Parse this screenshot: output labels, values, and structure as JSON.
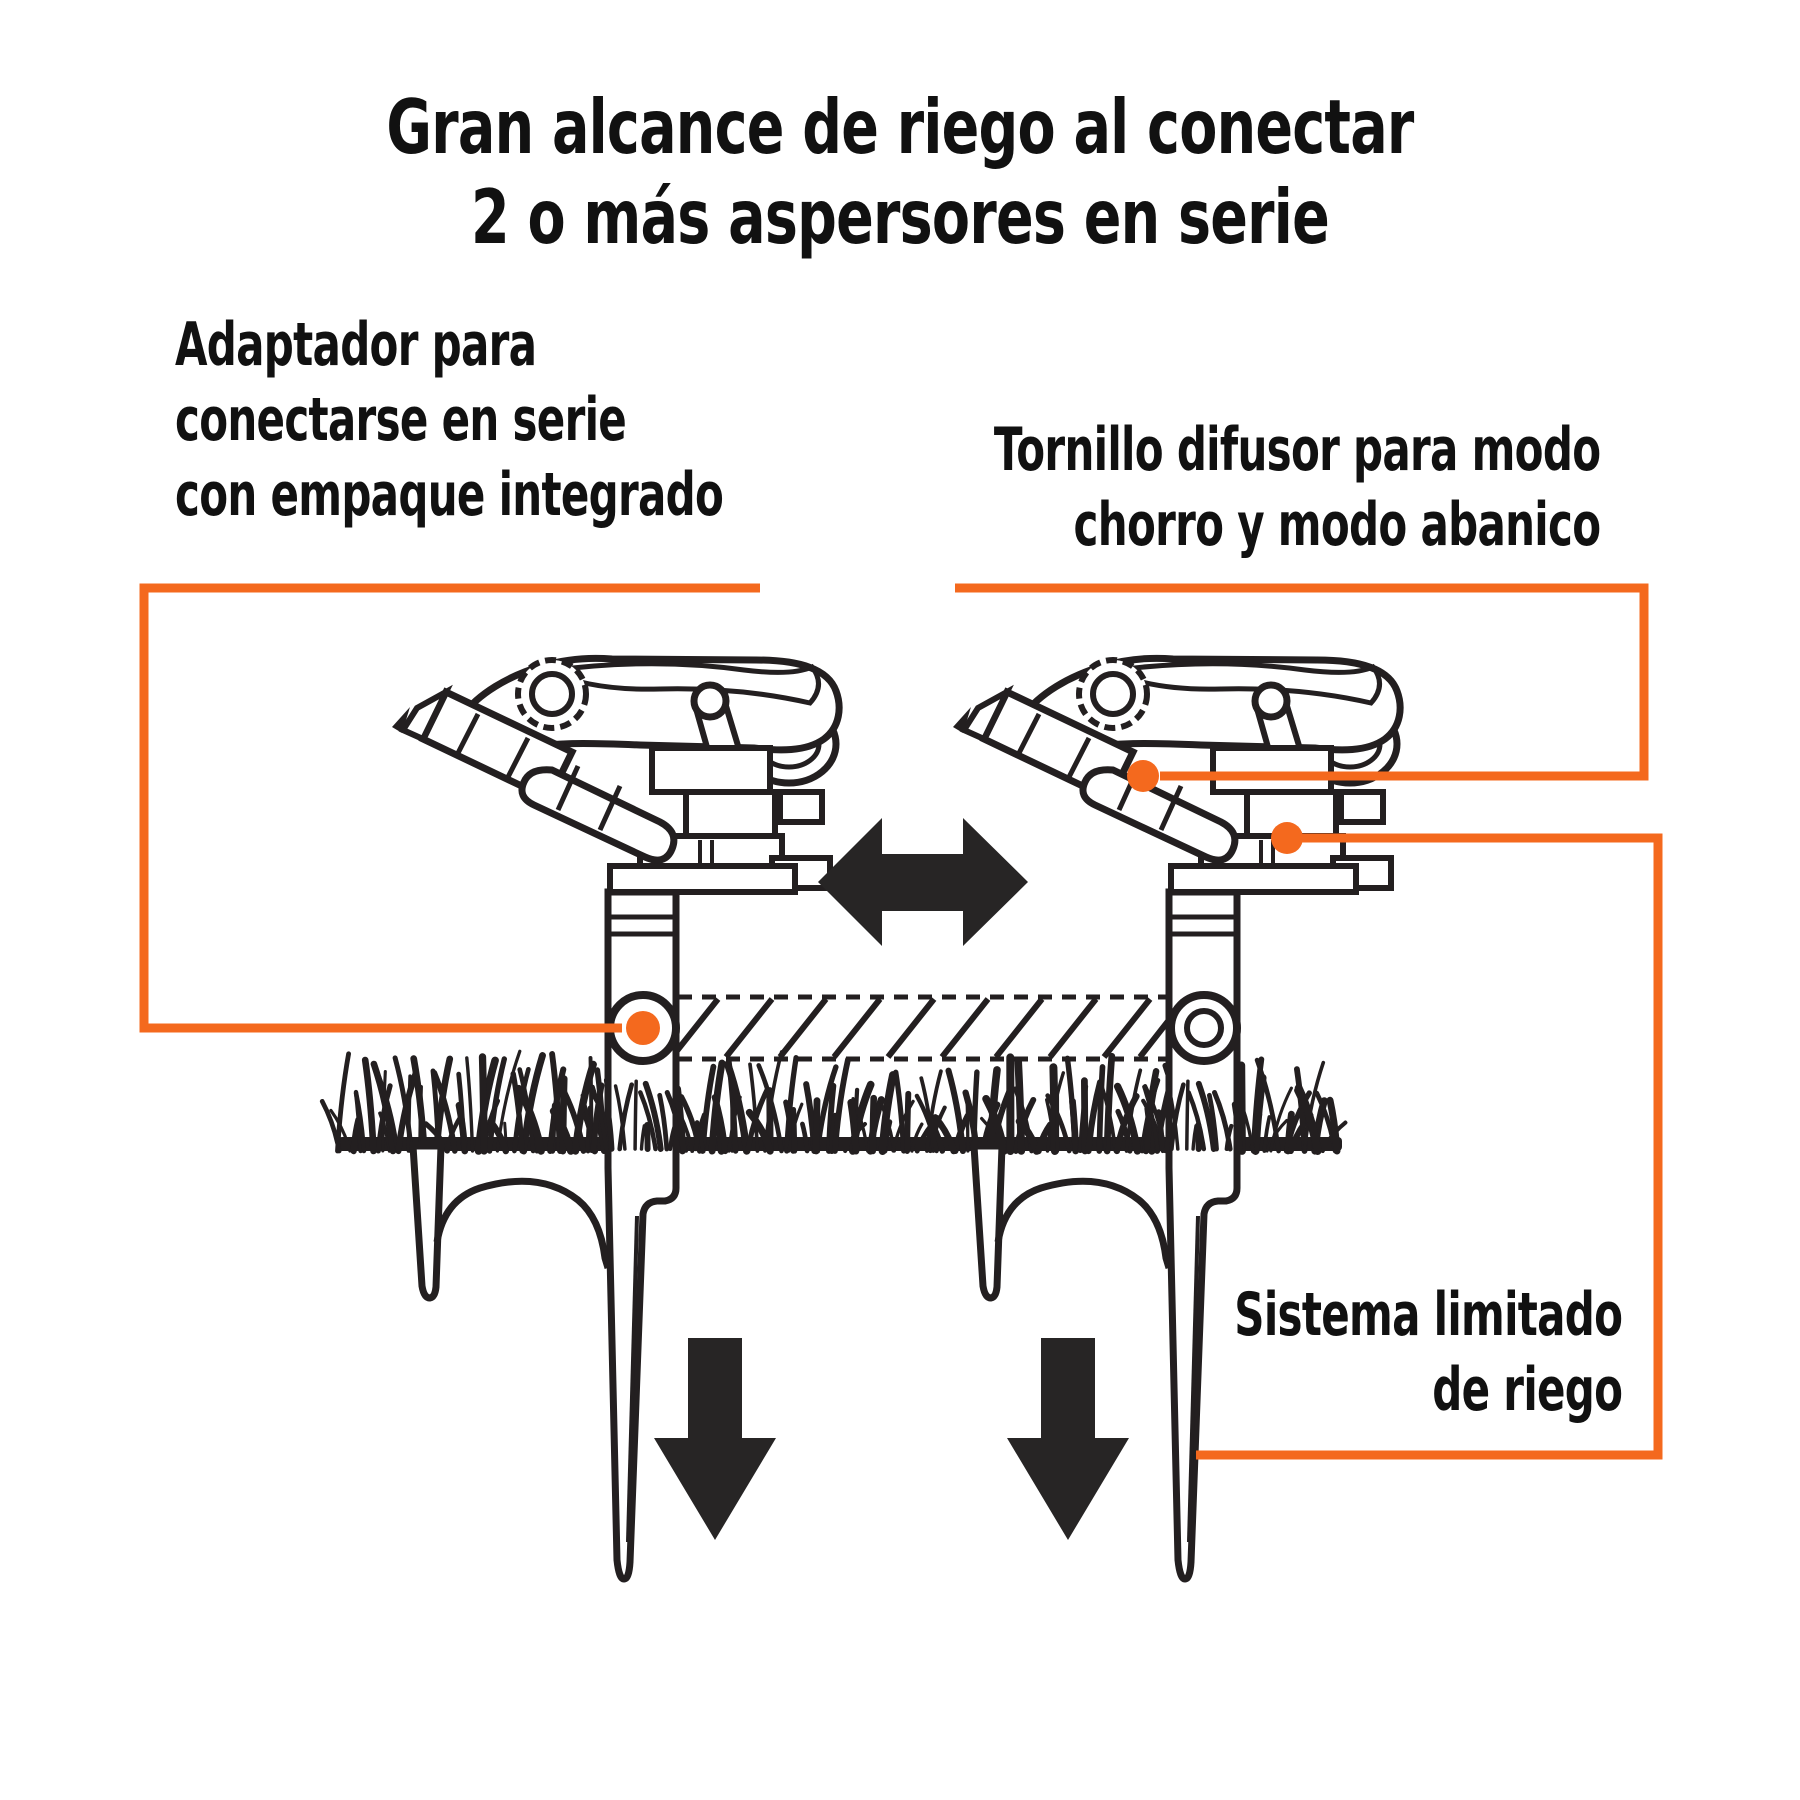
{
  "title": {
    "lines": [
      "Gran alcance de riego al conectar",
      "2 o más aspersores en serie"
    ]
  },
  "callouts": {
    "adapter": {
      "lines": [
        "Adaptador para",
        "conectarse en serie",
        "con empaque integrado"
      ]
    },
    "diffuser": {
      "lines": [
        "Tornillo difusor para modo",
        "chorro y modo abanico"
      ]
    },
    "limited_system": {
      "lines": [
        "Sistema limitado",
        "de riego"
      ]
    }
  },
  "figure": {
    "icons": {
      "horizontal_double_arrow": "↔",
      "down_arrow": "↓"
    }
  },
  "colors": {
    "accent": "#F4691E",
    "ink": "#231F20",
    "arrow_fill": "#272525",
    "text": "#111111",
    "background": "#FFFFFF"
  }
}
